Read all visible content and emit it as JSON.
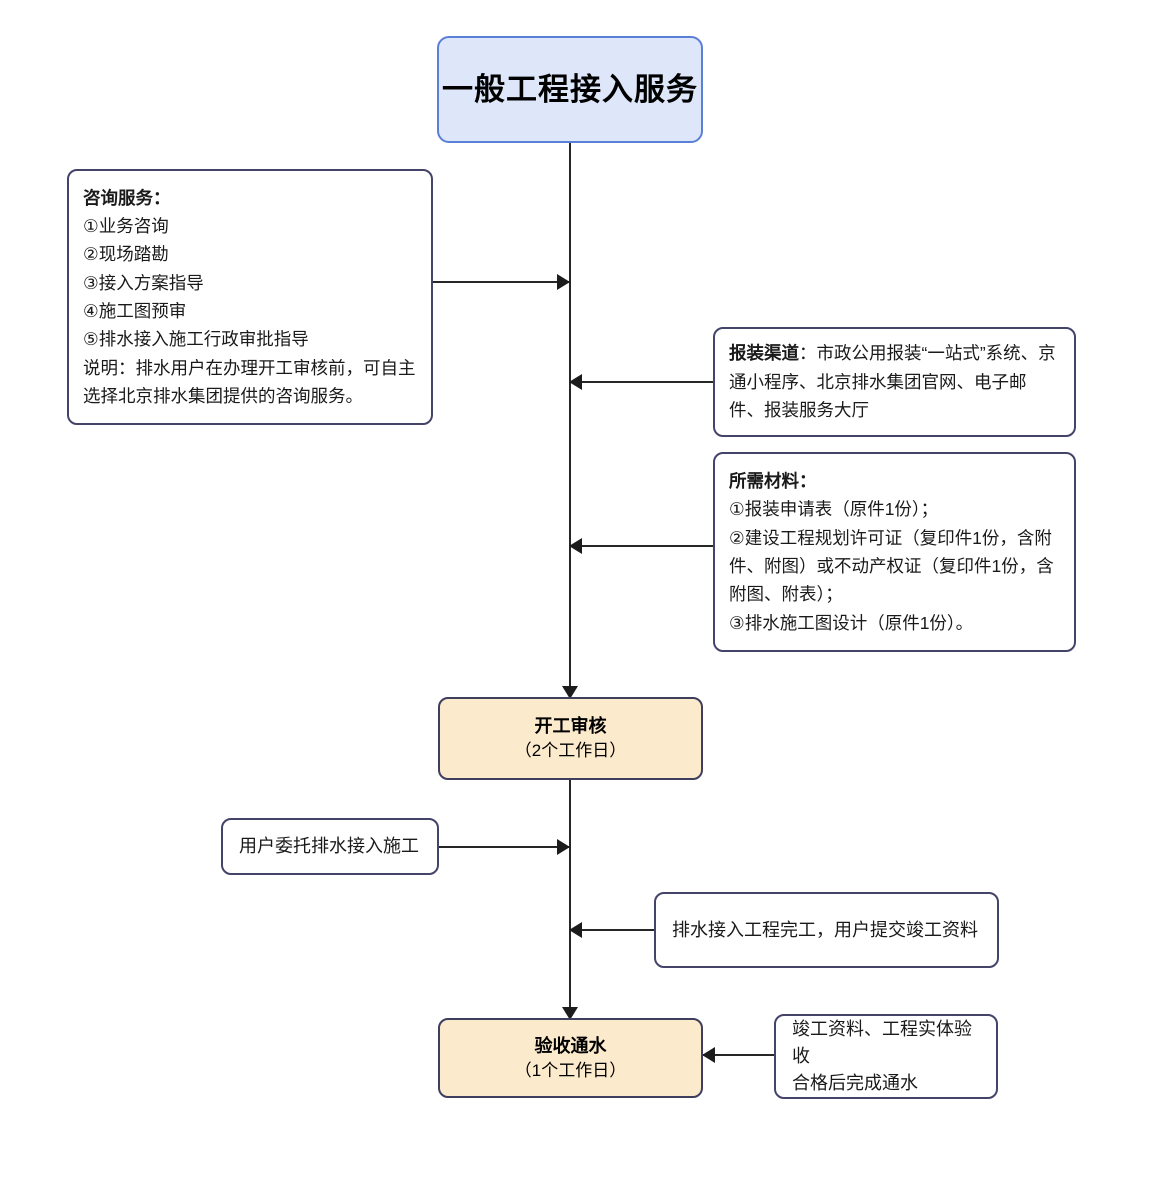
{
  "diagram": {
    "title": "一般工程接入服务",
    "colors": {
      "title_fill": "#dee6fa",
      "title_border": "#5a7fd6",
      "process_fill": "#fceacd",
      "process_border": "#3e3e5e",
      "note_border": "#44446a",
      "connector": "#262626",
      "background": "#ffffff"
    }
  },
  "nodes": {
    "title_box": {
      "label": "一般工程接入服务"
    },
    "consult_note": {
      "heading": "咨询服务：",
      "items": [
        "①业务咨询",
        "②现场踏勘",
        "③接入方案指导",
        "④施工图预审",
        "⑤排水接入施工行政审批指导"
      ],
      "remark": "说明：排水用户在办理开工审核前，可自主选择北京排水集团提供的咨询服务。"
    },
    "channel_note": {
      "heading": "报装渠道",
      "separator": "：",
      "text": "市政公用报装“一站式”系统、京通小程序、北京排水集团官网、电子邮件、报装服务大厅"
    },
    "materials_note": {
      "heading": "所需材料：",
      "items": [
        "①报装申请表（原件1份）；",
        "②建设工程规划许可证（复印件1份，含附件、附图）或不动产权证（复印件1份，含附图、附表）；",
        "③排水施工图设计（原件1份）。"
      ]
    },
    "review_box": {
      "label": "开工审核",
      "duration": "（2个工作日）"
    },
    "entrust_note": {
      "text": "用户委托排水接入施工"
    },
    "completion_note": {
      "text": "排水接入工程完工，用户提交竣工资料"
    },
    "acceptance_box": {
      "label": "验收通水",
      "duration": "（1个工作日）"
    },
    "acceptance_note": {
      "line1": "竣工资料、工程实体验收",
      "line2": "合格后完成通水"
    }
  }
}
